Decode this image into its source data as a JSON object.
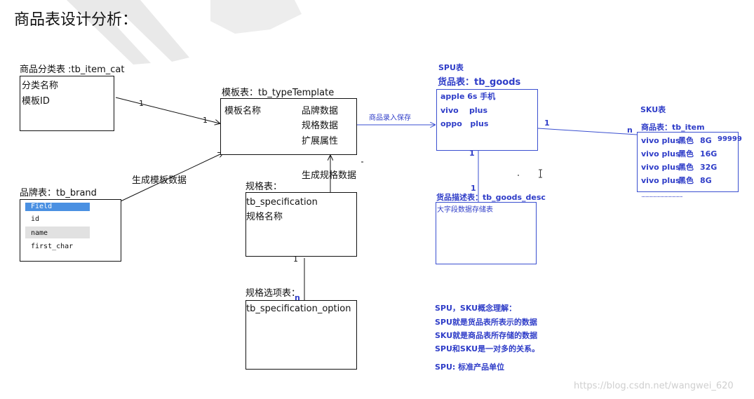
{
  "heading": "商品表设计分析：",
  "watermark_url": "https://blog.csdn.net/wangwei_620",
  "item_cat": {
    "title": "商品分类表 :tb_item_cat",
    "fields": [
      "分类名称",
      "模板ID"
    ]
  },
  "type_template": {
    "title": "模板表：tb_typeTemplate",
    "left_field": "模板名称",
    "right_fields": [
      "品牌数据",
      "规格数据",
      "扩展属性"
    ]
  },
  "brand": {
    "title": "品牌表：tb_brand",
    "fields": [
      "Field",
      "id",
      "name",
      "first_char"
    ]
  },
  "specification": {
    "title": "规格表：",
    "name": "tb_specification",
    "field": "规格名称"
  },
  "specification_option": {
    "title": "规格选项表：",
    "name": "tb_specification_option"
  },
  "labels": {
    "one_a": "1",
    "n_a": "1",
    "gen_template": "生成模板数据",
    "gen_spec": "生成规格数据",
    "goods_entry": "商品录入保存",
    "spec_one": "1",
    "spec_n": "n",
    "goods_item_one": "1",
    "goods_item_n": "n",
    "goods_desc_one": "1",
    "goods_desc_n": "1"
  },
  "spu": {
    "section": "SPU表",
    "title": "货品表：tb_goods",
    "rows": [
      "apple 6s 手机",
      "vivo    plus",
      "oppo   plus"
    ]
  },
  "goods_desc": {
    "title": "货品描述表：tb_goods_desc",
    "text": "大字段数据存储表"
  },
  "sku": {
    "section": "SKU表",
    "title": "商品表：tb_item",
    "rows": [
      {
        "name": "vivo plus",
        "color": "黑色",
        "mem": "8G",
        "extra": "99999"
      },
      {
        "name": "vivo plus",
        "color": "黑色",
        "mem": "16G",
        "extra": ""
      },
      {
        "name": "vivo plus",
        "color": "黑色",
        "mem": "32G",
        "extra": ""
      },
      {
        "name": "vivo plus",
        "color": "黑色",
        "mem": "8G",
        "extra": ""
      }
    ],
    "dots": "................................................"
  },
  "notes": [
    "SPU，SKU概念理解：",
    "SPU就是货品表所表示的数据",
    "SKU就是商品表所存储的数据",
    "SPU和SKU是一对多的关系。",
    "SPU: 标准产品单位"
  ],
  "colors": {
    "blue": "#2f3dc8",
    "highlight": "#4a90e2",
    "grey": "#e1e1e1"
  }
}
